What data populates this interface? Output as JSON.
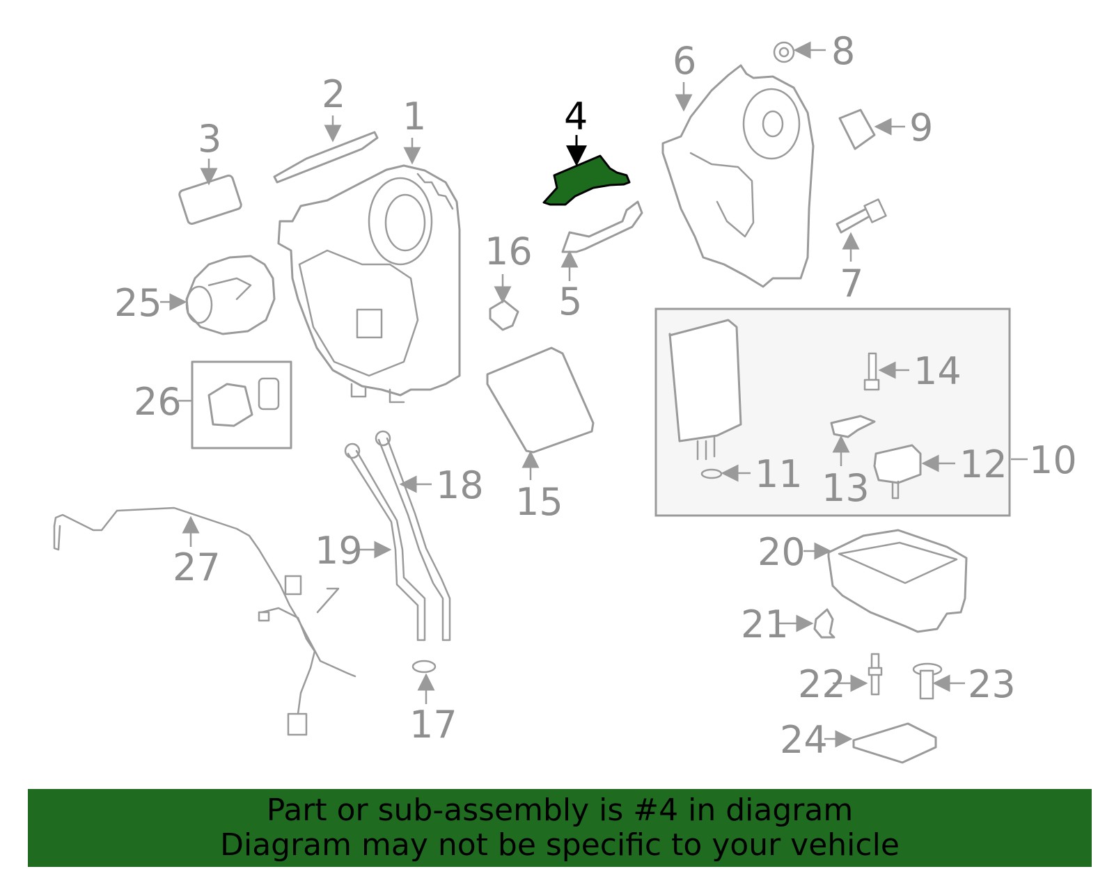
{
  "callouts": {
    "c1": "1",
    "c2": "2",
    "c3": "3",
    "c4": "4",
    "c5": "5",
    "c6": "6",
    "c7": "7",
    "c8": "8",
    "c9": "9",
    "c10": "10",
    "c11": "11",
    "c12": "12",
    "c13": "13",
    "c14": "14",
    "c15": "15",
    "c16": "16",
    "c17": "17",
    "c18": "18",
    "c19": "19",
    "c20": "20",
    "c21": "21",
    "c22": "22",
    "c23": "23",
    "c24": "24",
    "c25": "25",
    "c26": "26",
    "c27": "27"
  },
  "highlight": {
    "part": "4",
    "color": "#1d6b1d"
  },
  "banner": {
    "line1": "Part or sub-assembly is #4 in diagram",
    "line2": "Diagram may not be specific to your vehicle",
    "background": "#1f6b1f"
  }
}
